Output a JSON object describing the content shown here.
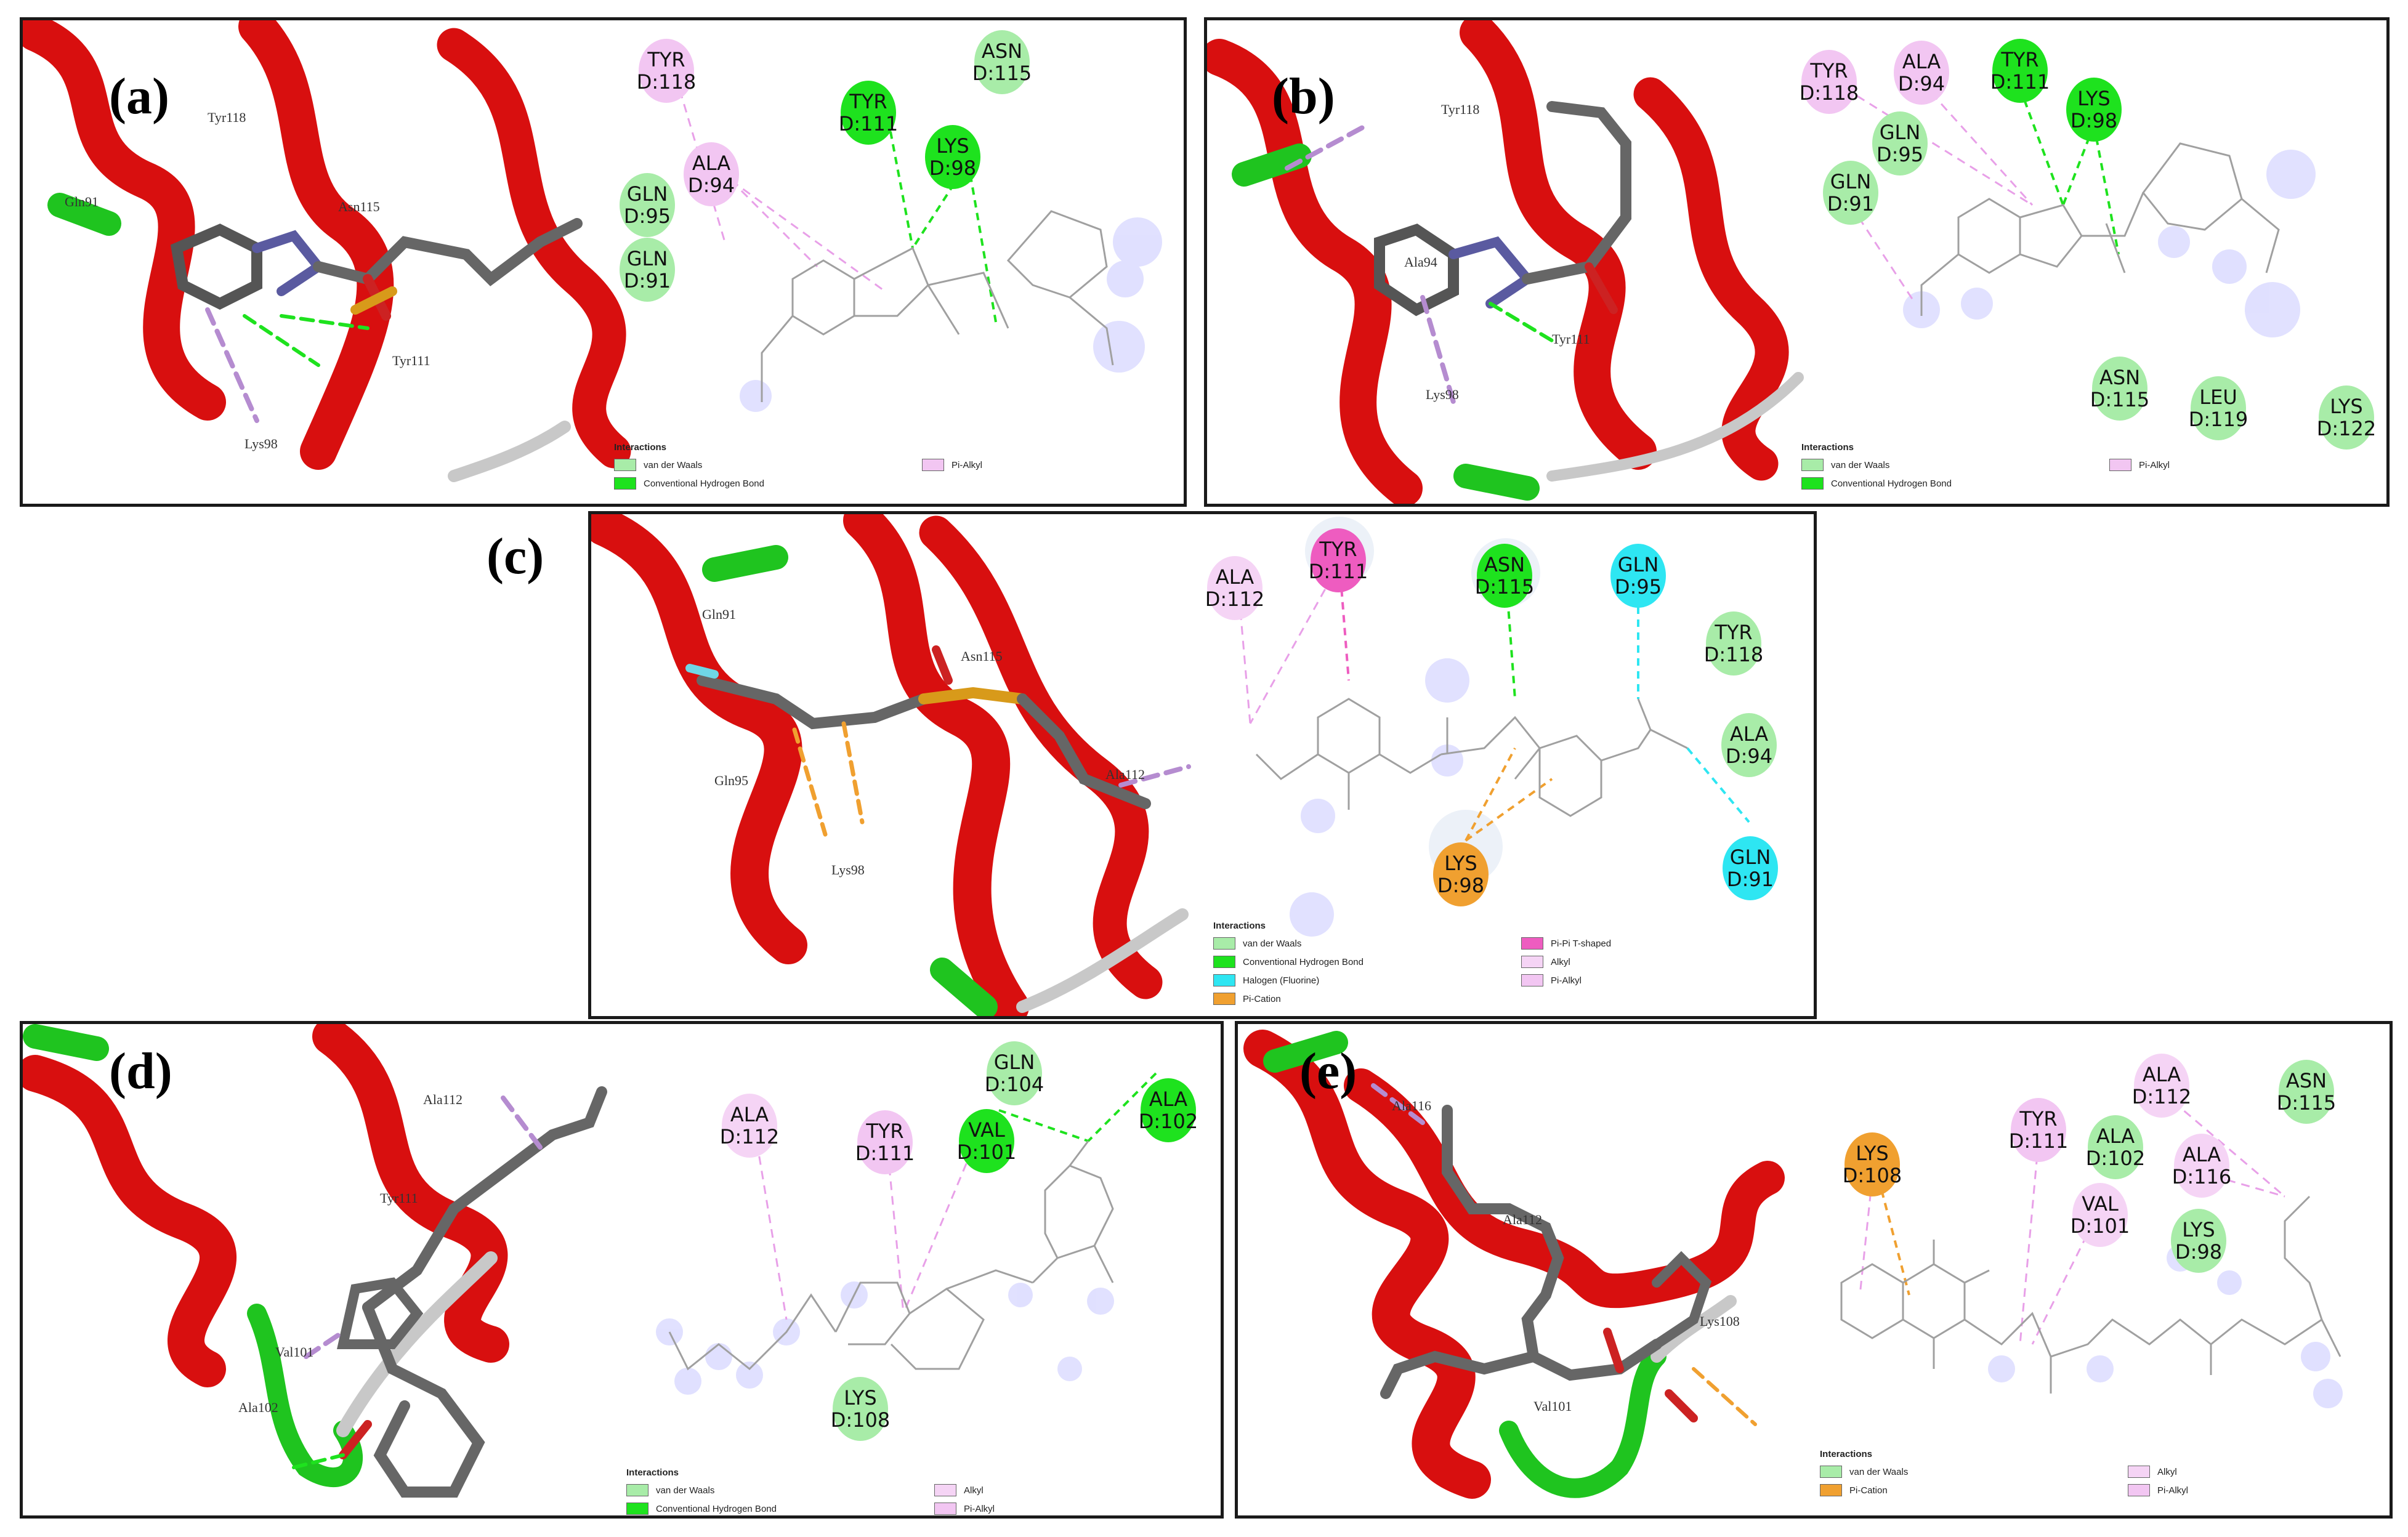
{
  "colors": {
    "helix": "#d80f0f",
    "loop_green": "#1fc41f",
    "loop_gray": "#c8c8c8",
    "vdw": "#a8eca8",
    "hbond": "#1ee21e",
    "pialkyl": "#f2c6f2",
    "alkyl": "#f5d4f5",
    "pication": "#f0a030",
    "halogen": "#2ee6f2",
    "pipi": "#ee5cc0",
    "ligand_bond": "#9a9a9a"
  },
  "legend_title": "Interactions",
  "interaction_types": {
    "vdw": "van der Waals",
    "hbond": "Conventional Hydrogen Bond",
    "pialkyl": "Pi-Alkyl",
    "alkyl": "Alkyl",
    "halogen": "Halogen (Fluorine)",
    "pication": "Pi-Cation",
    "pipi": "Pi-Pi T-shaped"
  },
  "panels": [
    {
      "label": "(a)",
      "residues3d": [
        "Tyr118",
        "Gln91",
        "Asn115",
        "Tyr111",
        "Lys98"
      ],
      "residues2d": [
        {
          "name": "TYR",
          "id": "D:118",
          "type": "pialkyl"
        },
        {
          "name": "ASN",
          "id": "D:115",
          "type": "vdw"
        },
        {
          "name": "TYR",
          "id": "D:111",
          "type": "hbond"
        },
        {
          "name": "LYS",
          "id": "D:98",
          "type": "hbond"
        },
        {
          "name": "ALA",
          "id": "D:94",
          "type": "pialkyl"
        },
        {
          "name": "GLN",
          "id": "D:95",
          "type": "vdw"
        },
        {
          "name": "GLN",
          "id": "D:91",
          "type": "vdw"
        }
      ],
      "legend": [
        "vdw",
        "pialkyl",
        "hbond"
      ]
    },
    {
      "label": "(b)",
      "residues3d": [
        "Tyr118",
        "Ala94",
        "Lys98",
        "Tyr111"
      ],
      "residues2d": [
        {
          "name": "TYR",
          "id": "D:118",
          "type": "pialkyl"
        },
        {
          "name": "ALA",
          "id": "D:94",
          "type": "pialkyl"
        },
        {
          "name": "TYR",
          "id": "D:111",
          "type": "hbond"
        },
        {
          "name": "LYS",
          "id": "D:98",
          "type": "hbond"
        },
        {
          "name": "GLN",
          "id": "D:95",
          "type": "vdw"
        },
        {
          "name": "GLN",
          "id": "D:91",
          "type": "vdw"
        },
        {
          "name": "ASN",
          "id": "D:115",
          "type": "vdw"
        },
        {
          "name": "LEU",
          "id": "D:119",
          "type": "vdw"
        },
        {
          "name": "LYS",
          "id": "D:122",
          "type": "vdw"
        }
      ],
      "legend": [
        "vdw",
        "pialkyl",
        "hbond"
      ]
    },
    {
      "label": "(c)",
      "residues3d": [
        "Gln91",
        "Asn115",
        "Ala112",
        "Gln95",
        "Lys98"
      ],
      "residues2d": [
        {
          "name": "ALA",
          "id": "D:112",
          "type": "alkyl"
        },
        {
          "name": "TYR",
          "id": "D:111",
          "type": "pipi"
        },
        {
          "name": "ASN",
          "id": "D:115",
          "type": "hbond"
        },
        {
          "name": "GLN",
          "id": "D:95",
          "type": "halogen"
        },
        {
          "name": "TYR",
          "id": "D:118",
          "type": "vdw"
        },
        {
          "name": "ALA",
          "id": "D:94",
          "type": "vdw"
        },
        {
          "name": "LYS",
          "id": "D:98",
          "type": "pication"
        },
        {
          "name": "GLN",
          "id": "D:91",
          "type": "halogen"
        }
      ],
      "legend": [
        "vdw",
        "pipi",
        "hbond",
        "alkyl",
        "halogen",
        "pialkyl",
        "pication"
      ]
    },
    {
      "label": "(d)",
      "residues3d": [
        "Ala112",
        "Tyr111",
        "Val101",
        "Ala102"
      ],
      "residues2d": [
        {
          "name": "GLN",
          "id": "D:104",
          "type": "vdw"
        },
        {
          "name": "ALA",
          "id": "D:102",
          "type": "hbond"
        },
        {
          "name": "ALA",
          "id": "D:112",
          "type": "alkyl"
        },
        {
          "name": "TYR",
          "id": "D:111",
          "type": "pialkyl"
        },
        {
          "name": "VAL",
          "id": "D:101",
          "type": "hbond"
        },
        {
          "name": "LYS",
          "id": "D:108",
          "type": "vdw"
        }
      ],
      "legend": [
        "vdw",
        "alkyl",
        "hbond",
        "pialkyl"
      ]
    },
    {
      "label": "(e)",
      "residues3d": [
        "Ala116",
        "Ala112",
        "Lys108",
        "Val101"
      ],
      "residues2d": [
        {
          "name": "ALA",
          "id": "D:112",
          "type": "alkyl"
        },
        {
          "name": "ASN",
          "id": "D:115",
          "type": "vdw"
        },
        {
          "name": "LYS",
          "id": "D:108",
          "type": "pication"
        },
        {
          "name": "TYR",
          "id": "D:111",
          "type": "pialkyl"
        },
        {
          "name": "ALA",
          "id": "D:102",
          "type": "vdw"
        },
        {
          "name": "ALA",
          "id": "D:116",
          "type": "alkyl"
        },
        {
          "name": "VAL",
          "id": "D:101",
          "type": "alkyl"
        },
        {
          "name": "LYS",
          "id": "D:98",
          "type": "vdw"
        }
      ],
      "legend": [
        "vdw",
        "alkyl",
        "pication",
        "pialkyl"
      ]
    }
  ]
}
